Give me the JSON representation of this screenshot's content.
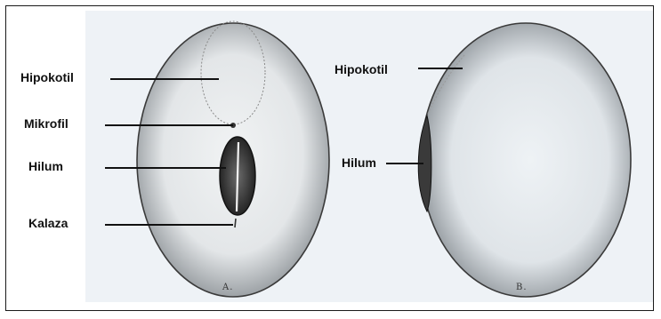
{
  "figure": {
    "seed_a": {
      "labels": {
        "hipokotil": "Hipokotil",
        "mikrofil": "Mikrofil",
        "hilum": "Hilum",
        "kalaza": "Kalaza"
      },
      "caption": "A."
    },
    "seed_b": {
      "labels": {
        "hipokotil": "Hipokotil",
        "hilum": "Hilum"
      },
      "caption": "B."
    }
  }
}
